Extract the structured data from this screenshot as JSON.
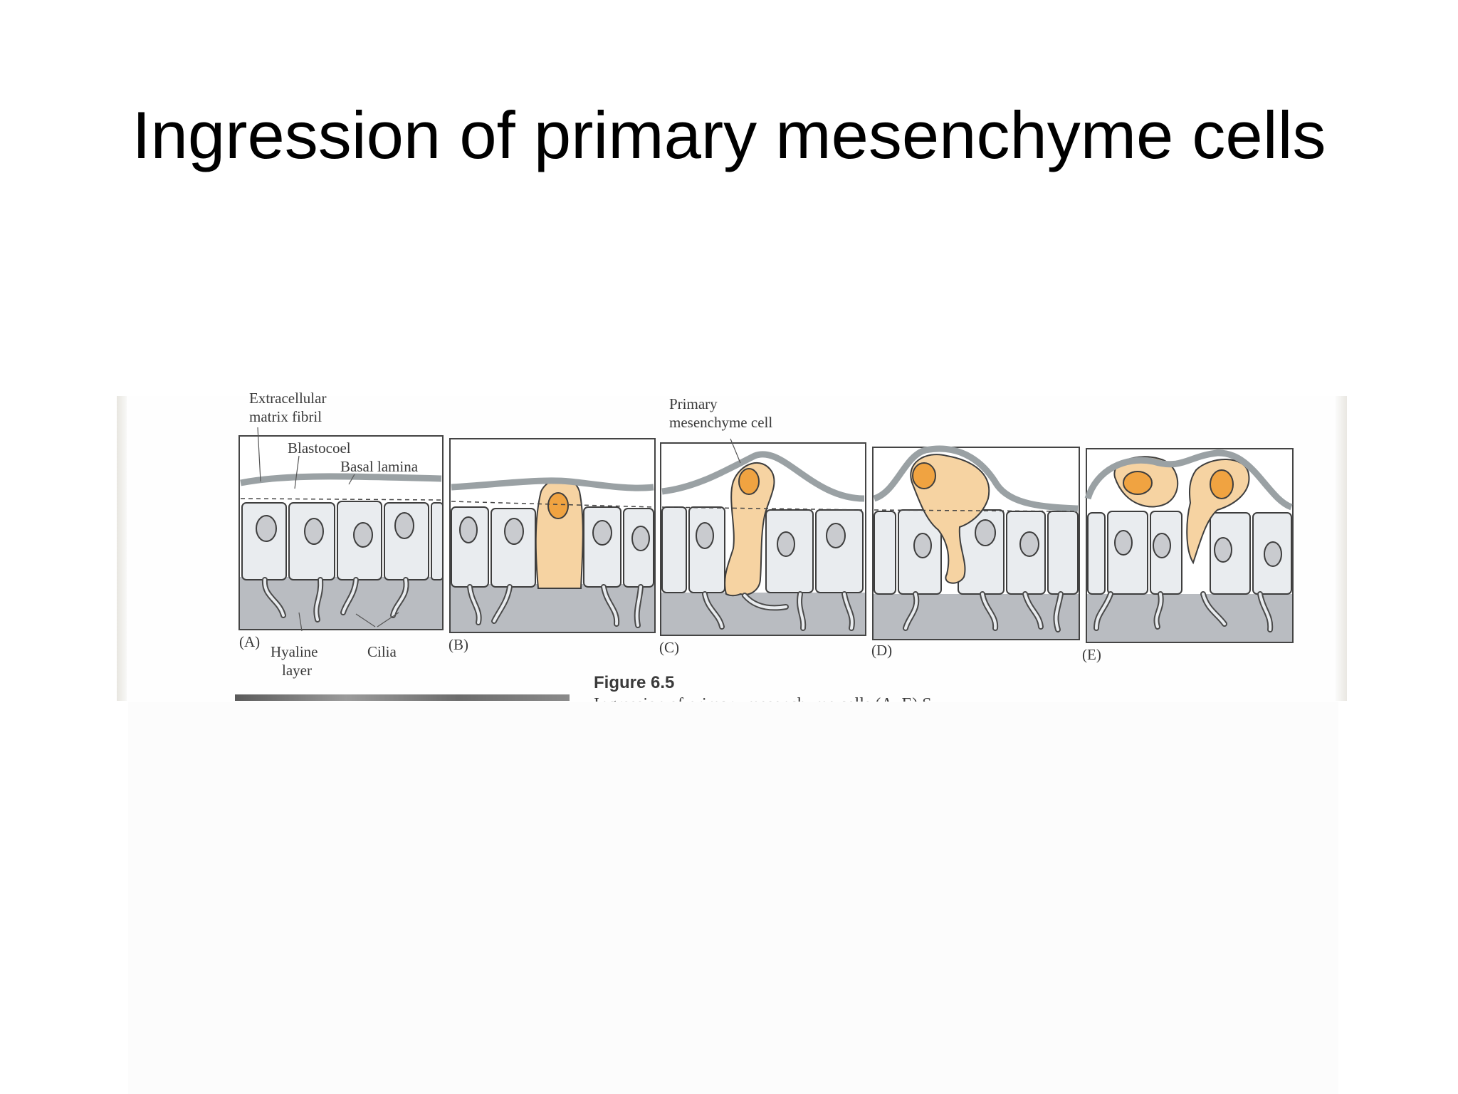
{
  "slide": {
    "title": "Ingression of primary mesenchyme cells"
  },
  "figure": {
    "labels": {
      "ecm_line1": "Extracellular",
      "ecm_line2": "matrix fibril",
      "blastocoel": "Blastocoel",
      "basal_lamina": "Basal lamina",
      "pmc_line1": "Primary",
      "pmc_line2": "mesenchyme cell",
      "hyaline_line1": "Hyaline",
      "hyaline_line2": "layer",
      "cilia": "Cilia"
    },
    "panels": [
      "(A)",
      "(B)",
      "(C)",
      "(D)",
      "(E)"
    ],
    "caption_title": "Figure 6.5",
    "caption_fragment": "Ingression of primary mesenchyme cells (A–E) S"
  },
  "colors": {
    "cell_fill": "#e9ecef",
    "cell_outline": "#3e3e3e",
    "nucleus_fill": "#c9cbcf",
    "hyaline_fill": "#b9bcc1",
    "lamina_gray": "#9aa1a4",
    "pmc_fill": "#f6d3a2",
    "pmc_nucleus": "#f0a341",
    "panel_border": "#444444"
  }
}
